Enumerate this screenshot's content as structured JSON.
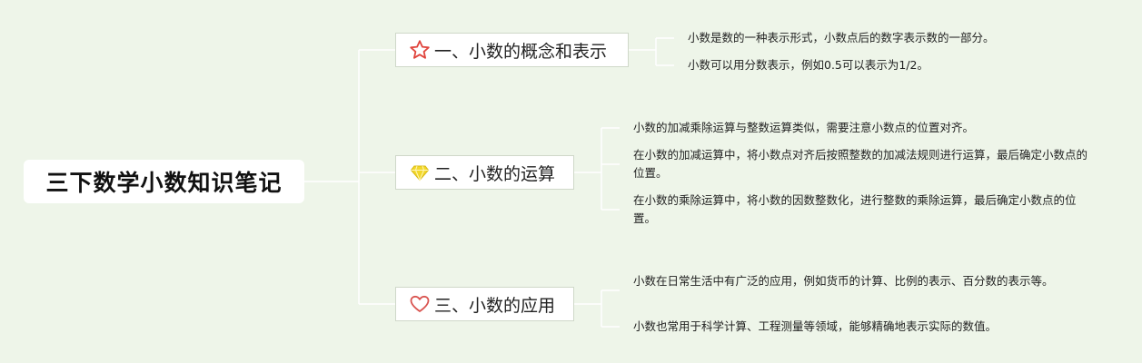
{
  "root": {
    "title": "三下数学小数知识笔记"
  },
  "branches": [
    {
      "icon": "star-icon",
      "label": "一、小数的概念和表示",
      "notes": [
        "小数是数的一种表示形式，小数点后的数字表示数的一部分。",
        "小数可以用分数表示，例如0.5可以表示为1/2。"
      ]
    },
    {
      "icon": "diamond-icon",
      "label": "二、小数的运算",
      "notes": [
        "小数的加减乘除运算与整数运算类似，需要注意小数点的位置对齐。",
        "在小数的加减运算中，将小数点对齐后按照整数的加减法规则进行运算，最后确定小数点的位置。",
        "在小数的乘除运算中，将小数的因数整数化，进行整数的乘除运算，最后确定小数点的位置。"
      ]
    },
    {
      "icon": "heart-icon",
      "label": "三、小数的应用",
      "notes": [
        "小数在日常生活中有广泛的应用，例如货币的计算、比例的表示、百分数的表示等。",
        "小数也常用于科学计算、工程测量等领域，能够精确地表示实际的数值。"
      ]
    }
  ],
  "colors": {
    "background": "#eef5e9",
    "connector": "#ffffff",
    "star": "#e0443c",
    "diamond": "#f2d72a",
    "heart": "#d9534f"
  }
}
